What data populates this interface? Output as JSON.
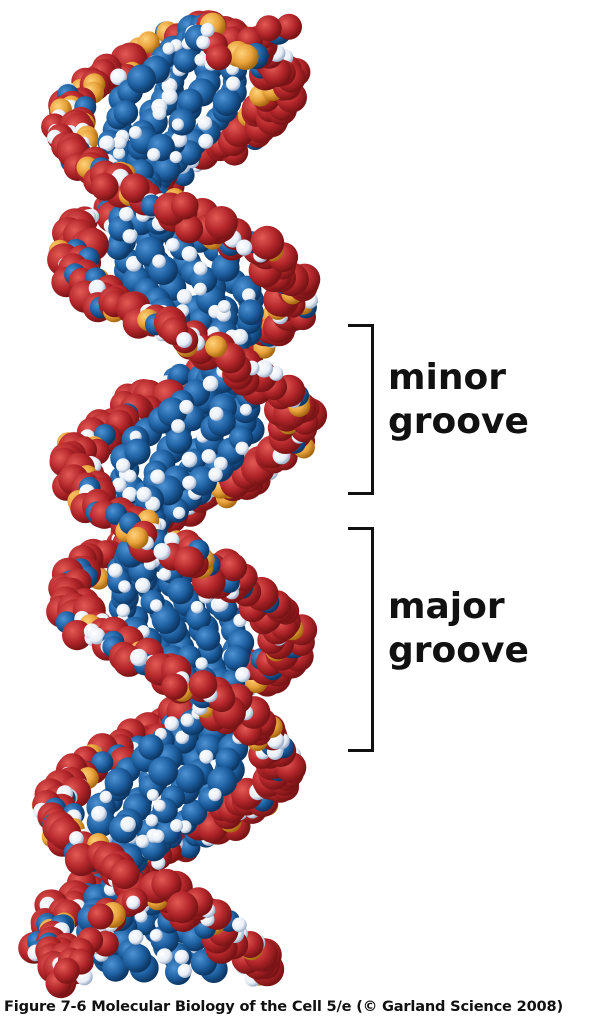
{
  "figure": {
    "labels": {
      "minor_groove_line1": "minor",
      "minor_groove_line2": "groove",
      "major_groove_line1": "major",
      "major_groove_line2": "groove"
    },
    "caption": "Figure 7-6  Molecular Biology of the Cell 5/e (© Garland Science 2008)"
  },
  "colors": {
    "oxygen": "#b3262a",
    "phosphorus": "#e8a23a",
    "base_blue": "#1d5fa0",
    "hydrogen": "#e8eef7",
    "bracket": "#111111"
  },
  "icons": {
    "model": "dna-space-filling-model-icon"
  }
}
